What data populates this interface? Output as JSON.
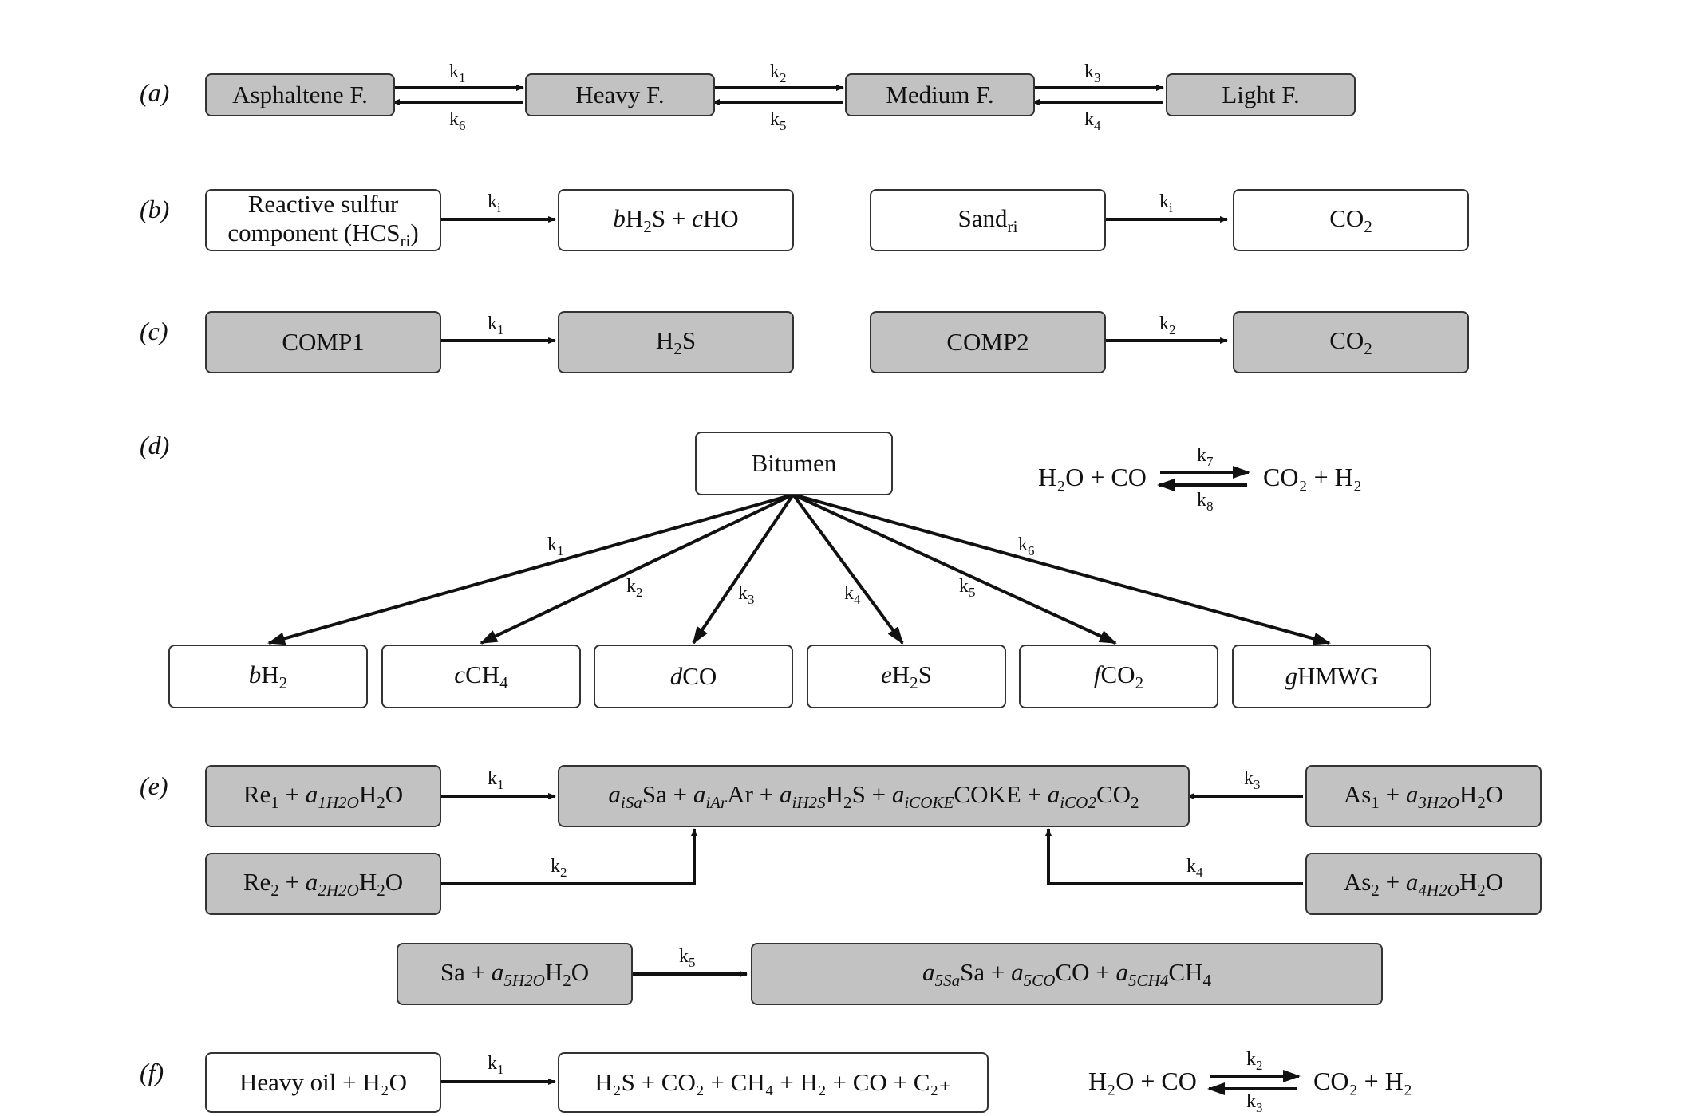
{
  "panels": {
    "a": {
      "label": "(a)",
      "boxes": [
        "Asphaltene F.",
        "Heavy F.",
        "Medium F.",
        "Light F."
      ],
      "k_top": [
        "1",
        "2",
        "3"
      ],
      "k_bottom": [
        "6",
        "5",
        "4"
      ]
    },
    "b": {
      "label": "(b)",
      "box1_line1": "Reactive sulfur",
      "box1_line2_pre": "component (HCS",
      "box1_line2_sub": "ri",
      "box1_line2_post": ")",
      "box2_b": "b",
      "box2_h2s_pre": "H",
      "box2_h2s_sub": "2",
      "box2_h2s_post": "S + ",
      "box2_c": "c",
      "box2_post": "HO",
      "box3_pre": "Sand",
      "box3_sub": "ri",
      "box4_pre": "CO",
      "box4_sub": "2",
      "k1": "i",
      "k2": "i"
    },
    "c": {
      "label": "(c)",
      "box1": "COMP1",
      "box2_pre": "H",
      "box2_sub": "2",
      "box2_post": "S",
      "box3": "COMP2",
      "box4_pre": "CO",
      "box4_sub": "2",
      "k1": "1",
      "k2": "2"
    },
    "d": {
      "label": "(d)",
      "source": "Bitumen",
      "ks": [
        "1",
        "2",
        "3",
        "4",
        "5",
        "6"
      ],
      "eq_left": "H₂O + CO",
      "eq_right": "CO₂ + H₂",
      "k_fwd": "7",
      "k_rev": "8"
    },
    "e": {
      "label": "(e)",
      "ks": [
        "1",
        "2",
        "3",
        "4",
        "5"
      ]
    },
    "f": {
      "label": "(f)",
      "left": "Heavy oil + H₂O",
      "right": "H₂S + CO₂ + CH₄ + H₂ + CO + C₂₊",
      "k1": "1",
      "eq_left": "H₂O + CO",
      "eq_right": "CO₂ + H₂",
      "k_fwd": "2",
      "k_rev": "3"
    }
  },
  "k_letter": "k",
  "colors": {
    "gray_fill": "#c2c2c2",
    "stroke": "#111111"
  }
}
